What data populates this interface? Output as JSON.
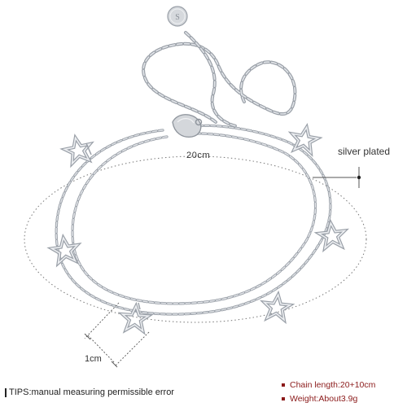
{
  "product": {
    "circumference_label": "20cm",
    "finish_label": "silver plated",
    "charm_size_label": "1cm",
    "clasp_tag_text": "S"
  },
  "footer": {
    "tips_label": "TIPS:",
    "tips_text": "manual measuring permissible error",
    "specs": [
      {
        "label": "Chain length: ",
        "value": "20+10cm"
      },
      {
        "label": "Weight: ",
        "value": "About3.9g"
      }
    ]
  },
  "colors": {
    "metal": "#c9ccd1",
    "metal_shadow": "#9aa0a8",
    "dimension_line": "#555555",
    "spec_accent": "#8b1a1a"
  }
}
